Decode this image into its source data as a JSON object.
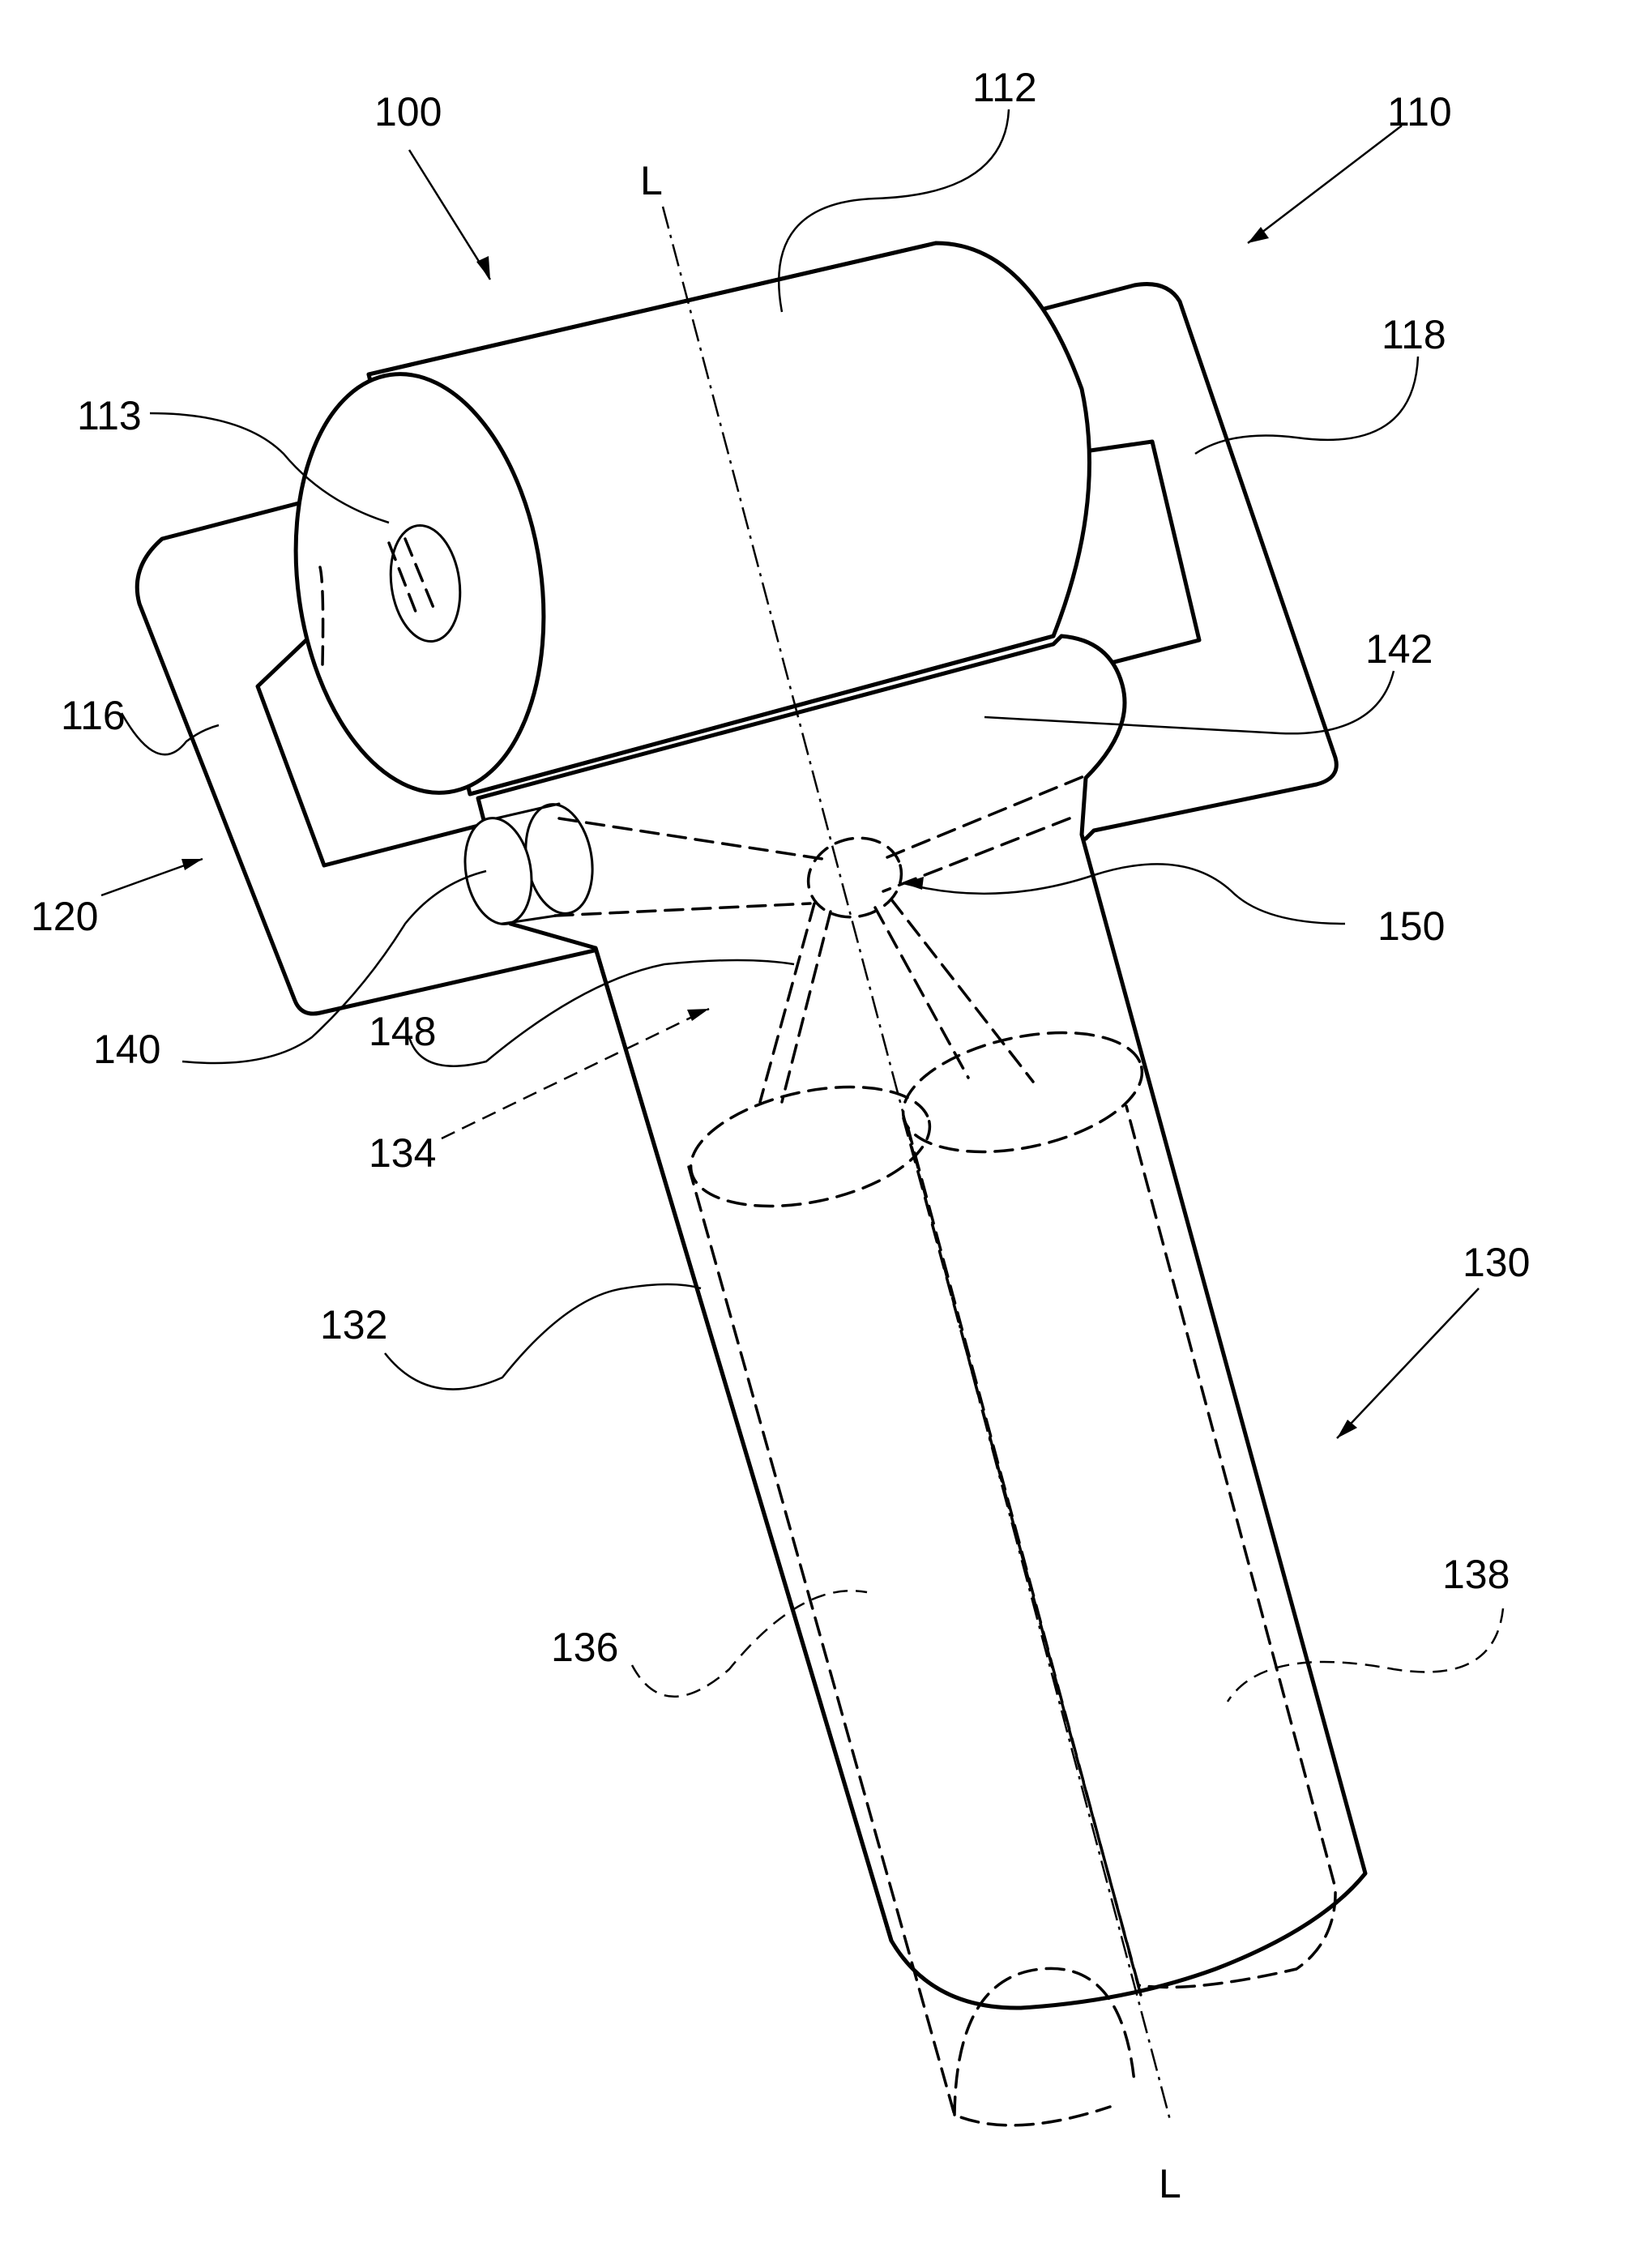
{
  "figure": {
    "axis_label": "L",
    "labels": {
      "l100": "100",
      "l110": "110",
      "l112": "112",
      "l113": "113",
      "l116": "116",
      "l118": "118",
      "l120": "120",
      "l130": "130",
      "l132": "132",
      "l134": "134",
      "l136": "136",
      "l138": "138",
      "l140": "140",
      "l142": "142",
      "l148": "148",
      "l150": "150"
    }
  }
}
